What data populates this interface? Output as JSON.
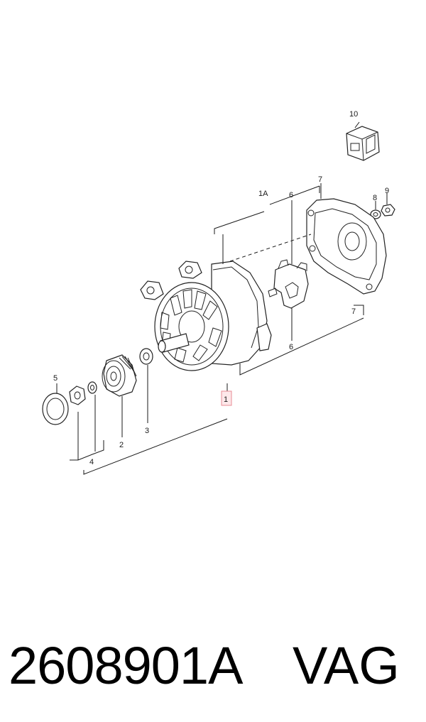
{
  "callouts": {
    "c1": "1",
    "c1a": "1A",
    "c2": "2",
    "c3": "3",
    "c4": "4",
    "c5": "5",
    "c6_top": "6",
    "c6_bottom": "6",
    "c7_top": "7",
    "c7_bottom": "7",
    "c8": "8",
    "c9": "9",
    "c10": "10"
  },
  "caption": {
    "part_number": "2608901A",
    "brand": "VAG"
  },
  "colors": {
    "line": "#1a1a1a",
    "highlight_box_border": "#e88c96",
    "highlight_box_fill": "#fde8ea"
  }
}
